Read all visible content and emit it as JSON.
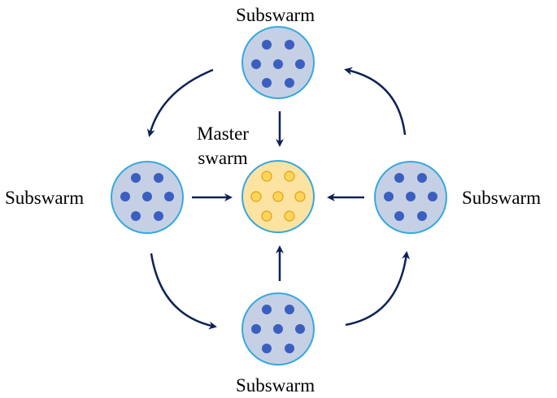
{
  "colors": {
    "subswarm_fill": "#c5d0e4",
    "subswarm_stroke": "#36a8e0",
    "subswarm_dot": "#3b5fc0",
    "master_fill": "#fde3a2",
    "master_stroke": "#36a8e0",
    "master_dot_fill": "#ffd45a",
    "master_dot_stroke": "#d9a31a",
    "arrow": "#0e2257"
  },
  "labels": {
    "top": "Subswarm",
    "left": "Subswarm",
    "right": "Subswarm",
    "bottom": "Subswarm",
    "master_line1": "Master",
    "master_line2": "swarm"
  }
}
